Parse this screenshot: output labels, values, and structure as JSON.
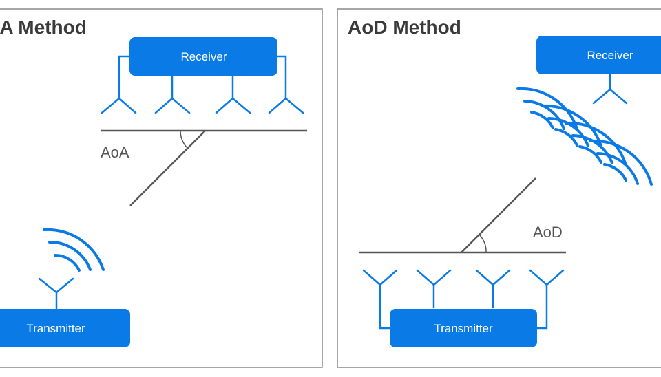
{
  "aoa_panel": {
    "title": "AoA Method",
    "receiver_label": "Receiver",
    "transmitter_label": "Transmitter",
    "angle_label": "AoA"
  },
  "aod_panel": {
    "title": "AoD Method",
    "receiver_label": "Receiver",
    "transmitter_label": "Transmitter",
    "angle_label": "AoD"
  },
  "colors": {
    "accent": "#0a7be6",
    "line": "#555555",
    "frame": "#8a8a8a",
    "text": "#3a3a3a"
  },
  "icons": [
    "antenna-icon",
    "signal-wave-icon"
  ]
}
